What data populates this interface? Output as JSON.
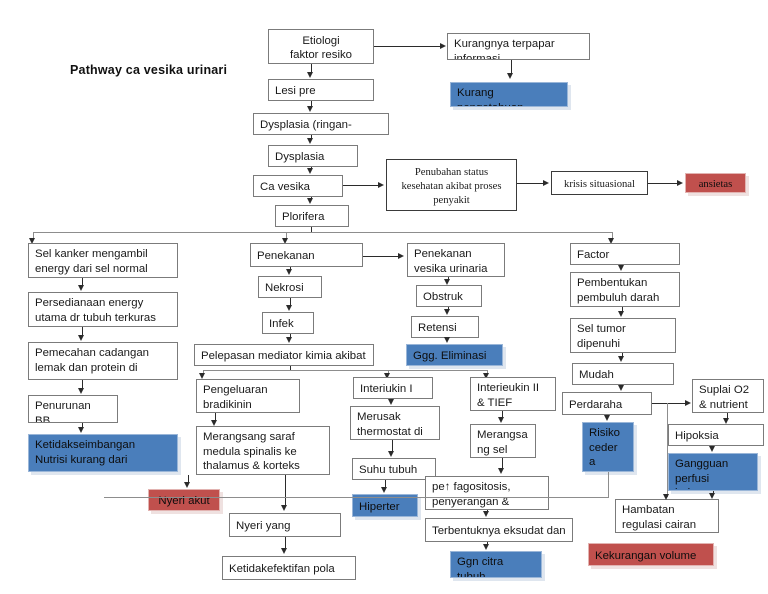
{
  "title": "Pathway ca vesika urinari",
  "palette": {
    "blue": "#4a7ebb",
    "red": "#c0504d",
    "box_border": "#7b7b7b",
    "line": "#2b2b2b",
    "background": "#ffffff"
  },
  "nodes": {
    "etiologi": "Etiologi\nfaktor resiko",
    "kurangnya_terpapar": "Kurangnya terpapar\ninformasi",
    "kurang_pengetahuan": "Kurang\npengetahuan",
    "lesi_pre": "Lesi pre",
    "dysplasia_ringan": "Dysplasia (ringan-",
    "dysplasia": "Dysplasia",
    "ca_vesika": "Ca vesika",
    "perubahan_status": "Penubahan status\nkesehatan akibat proses\npenyakit",
    "krisis_situasional": "krisis situasional",
    "ansietas": "ansietas",
    "plorifera": "Plorifera",
    "sel_kanker": "Sel kanker mengambil\nenergy dari sel normal",
    "persedianaan": "Persedianaan energy\nutama dr tubuh terkuras",
    "pemecahan": "Pemecahan cadangan\nlemak dan protein di",
    "penurunan_bb": "Penurunan\nBB",
    "ketidakseimbangan": "Ketidakseimbangan\nNutrisi kurang dari",
    "penekanan": "Penekanan",
    "nekrosi": "Nekrosi",
    "infek": "Infek",
    "pelepasan": "Pelepasan mediator kimia akibat",
    "pengeluaran": "Pengeluaran\nbradikinin",
    "merangsang_saraf": "Merangsang saraf\nmedula spinalis ke\nthalamus & korteks",
    "nyeri_akut": "Nyeri akut",
    "nyeri_yang": "Nyeri yang",
    "ketidakefektifan": "Ketidakefektifan pola",
    "penekanan_vesika": "Penekanan\nvesika urinaria",
    "obstruk": "Obstruk",
    "retensi": "Retensi",
    "ggg_eliminasi": "Ggg. Eliminasi",
    "interiukin_i": "Interiukin I",
    "merusak_thermostat": "Merusak\nthermostat di",
    "suhu_tubuh": "Suhu tubuh",
    "hiperter": "Hiperter",
    "interieukin_ii": "Interieukin II\n& TIEF",
    "merangsang_sel": "Merangsa\nng sel",
    "fagositosis": "pe↑ fagositosis,\npenyerangan &",
    "terbentuknya": "Terbentuknya eksudat dan",
    "ggn_citra": "Ggn citra\ntubuh",
    "factor": "Factor",
    "pembentukan": "Pembentukan\npembuluh darah",
    "sel_tumor": "Sel tumor\ndipenuhi",
    "mudah": "Mudah",
    "perdaraha": "Perdaraha",
    "risiko_cedera": "Risiko\nceder\na",
    "suplai_o2": "Suplai O2\n& nutrient",
    "hipoksia": "Hipoksia",
    "gangguan_perfusi": "Gangguan\nperfusi\njaringan",
    "hambatan": "Hambatan\nregulasi cairan",
    "kekurangan_volume": "Kekurangan volume"
  }
}
